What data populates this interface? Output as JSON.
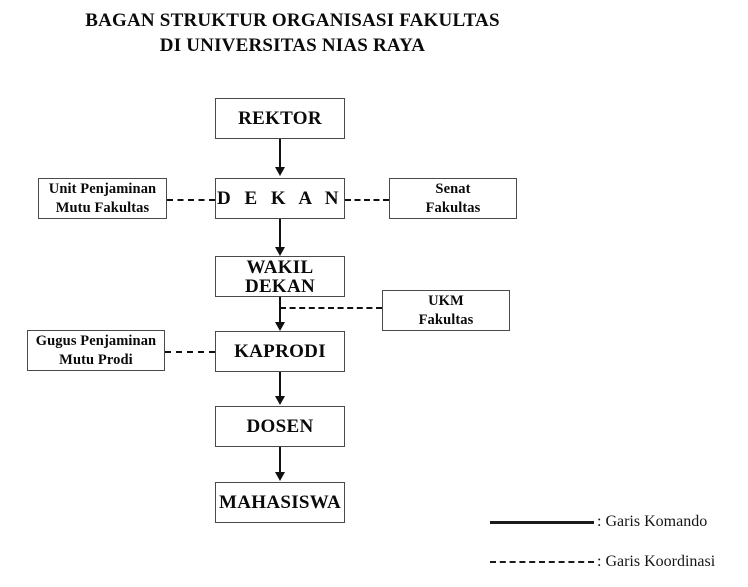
{
  "document": {
    "title_line1": "BAGAN STRUKTUR ORGANISASI FAKULTAS",
    "title_line2": "DI UNIVERSITAS NIAS RAYA"
  },
  "chart_data": {
    "type": "diagram",
    "title": "BAGAN STRUKTUR ORGANISASI FAKULTAS DI UNIVERSITAS NIAS RAYA",
    "nodes": [
      {
        "id": "rektor",
        "label": "REKTOR",
        "level": 1,
        "column": "center"
      },
      {
        "id": "dekan",
        "label": "D E K A N",
        "level": 2,
        "column": "center"
      },
      {
        "id": "upmf",
        "label": "Unit Penjaminan\nMutu Fakultas",
        "level": 2,
        "column": "left"
      },
      {
        "id": "senat",
        "label": "Senat\nFakultas",
        "level": 2,
        "column": "right"
      },
      {
        "id": "wadek",
        "label": "WAKIL DEKAN",
        "level": 3,
        "column": "center"
      },
      {
        "id": "ukm",
        "label": "UKM\nFakultas",
        "level": 3,
        "column": "right"
      },
      {
        "id": "gpmp",
        "label": "Gugus Penjaminan\nMutu Prodi",
        "level": 4,
        "column": "left"
      },
      {
        "id": "kaprodi",
        "label": "KAPRODI",
        "level": 4,
        "column": "center"
      },
      {
        "id": "dosen",
        "label": "DOSEN",
        "level": 5,
        "column": "center"
      },
      {
        "id": "mahasiswa",
        "label": "MAHASISWA",
        "level": 6,
        "column": "center"
      }
    ],
    "edges": [
      {
        "from": "rektor",
        "to": "dekan",
        "kind": "komando"
      },
      {
        "from": "dekan",
        "to": "wadek",
        "kind": "komando"
      },
      {
        "from": "wadek",
        "to": "kaprodi",
        "kind": "komando"
      },
      {
        "from": "kaprodi",
        "to": "dosen",
        "kind": "komando"
      },
      {
        "from": "dosen",
        "to": "mahasiswa",
        "kind": "komando"
      },
      {
        "from": "upmf",
        "to": "dekan",
        "kind": "koordinasi"
      },
      {
        "from": "dekan",
        "to": "senat",
        "kind": "koordinasi"
      },
      {
        "from": "ukm",
        "to": "wadek-kaprodi-link",
        "kind": "koordinasi"
      },
      {
        "from": "gpmp",
        "to": "kaprodi",
        "kind": "koordinasi"
      }
    ]
  },
  "nodes": {
    "rektor": {
      "label": "REKTOR"
    },
    "dekan": {
      "label": "D E K A N"
    },
    "unit_penjaminan_mutu_fakultas": {
      "label": "Unit Penjaminan\nMutu Fakultas"
    },
    "senat_fakultas": {
      "label": "Senat\nFakultas"
    },
    "wakil_dekan": {
      "label": "WAKIL DEKAN"
    },
    "ukm_fakultas": {
      "label": "UKM\nFakultas"
    },
    "gugus_penjaminan_mutu_prodi": {
      "label": "Gugus Penjaminan\nMutu Prodi"
    },
    "kaprodi": {
      "label": "KAPRODI"
    },
    "dosen": {
      "label": "DOSEN"
    },
    "mahasiswa": {
      "label": "MAHASISWA"
    }
  },
  "legend": {
    "komando": ": Garis Komando",
    "koordinasi": ": Garis Koordinasi"
  },
  "colors": {
    "line": "#101010",
    "box_border": "#4a4a4a",
    "text": "#0a0a0a",
    "background": "#ffffff"
  }
}
